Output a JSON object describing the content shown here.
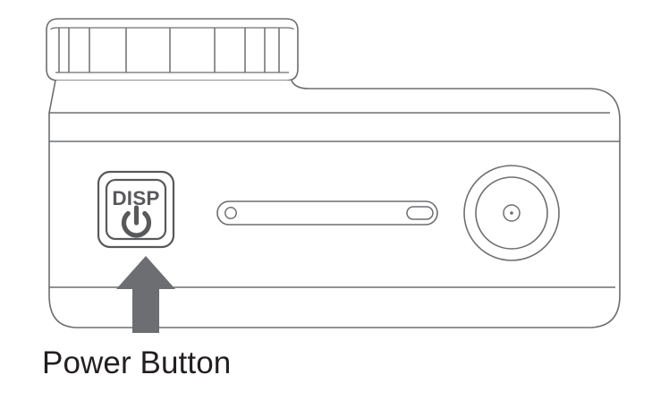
{
  "figure": {
    "type": "technical-line-illustration",
    "subject": "camera-top-panel",
    "caption": "Power Button",
    "background_color": "#ffffff"
  },
  "colors": {
    "outline": "#6d6e71",
    "outline_dark": "#58595b",
    "button_outline": "#58595b",
    "arrow_fill": "#6d6e71",
    "caption_text": "#231f20",
    "fill": "#ffffff"
  },
  "device": {
    "dial": {
      "name": "knurled-dial",
      "ridge_count": 8,
      "ridge_positions": [
        66,
        77,
        100,
        141,
        190,
        240,
        274,
        296
      ]
    },
    "body": {
      "name": "device-body",
      "band_count": 2
    },
    "power_button": {
      "label": "DISP",
      "icon": "power-symbol",
      "outer_shape": "rounded-square",
      "inner_shape": "rounded-square"
    },
    "slot": {
      "name": "connector-slot",
      "left_marker": "circle",
      "right_marker": "rounded-rect"
    },
    "lens_dial": {
      "name": "lens-dial",
      "ring_count": 3,
      "center": "dot"
    }
  },
  "annotation": {
    "arrow": {
      "name": "callout-arrow",
      "direction": "up",
      "points_to": "power-button"
    },
    "caption_label": "Power Button"
  }
}
